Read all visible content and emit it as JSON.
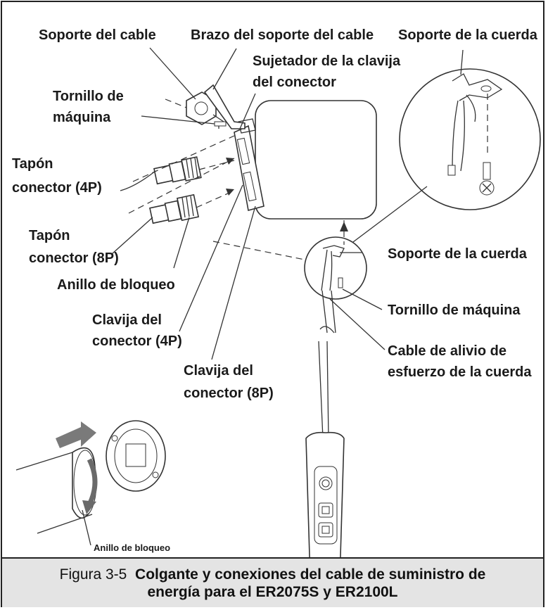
{
  "labels": {
    "cable_support": "Soporte del cable",
    "cable_support_arm": "Brazo del soporte del cable",
    "cord_support_top": "Soporte de la cuerda",
    "connector_plug_holder_line1": "Sujetador de la clavija",
    "connector_plug_holder_line2": "del conector",
    "machine_screw_left_line1": "Tornillo de",
    "machine_screw_left_line2": "máquina",
    "cap_4p_line1": "Tapón",
    "cap_4p_line2": "conector (4P)",
    "cap_8p_line1": "Tapón",
    "cap_8p_line2": "conector (8P)",
    "locking_ring": "Anillo de bloqueo",
    "plug_4p_line1": "Clavija del",
    "plug_4p_line2": "conector (4P)",
    "plug_8p_line1": "Clavija del",
    "plug_8p_line2": "conector (8P)",
    "cord_support_right": "Soporte de la cuerda",
    "machine_screw_right": "Tornillo de máquina",
    "strain_relief_line1": "Cable de alivio de",
    "strain_relief_line2": "esfuerzo de la cuerda",
    "locking_ring_small": "Anillo de bloqueo"
  },
  "caption": {
    "figure": "Figura 3-5",
    "line1": "Colgante y conexiones del cable de suministro de",
    "line2": "energía para el ER2075S  y ER2100L"
  },
  "colors": {
    "frame": "#222222",
    "caption_bg": "#e4e4e4",
    "arrow_gray": "#7a7a7a"
  }
}
